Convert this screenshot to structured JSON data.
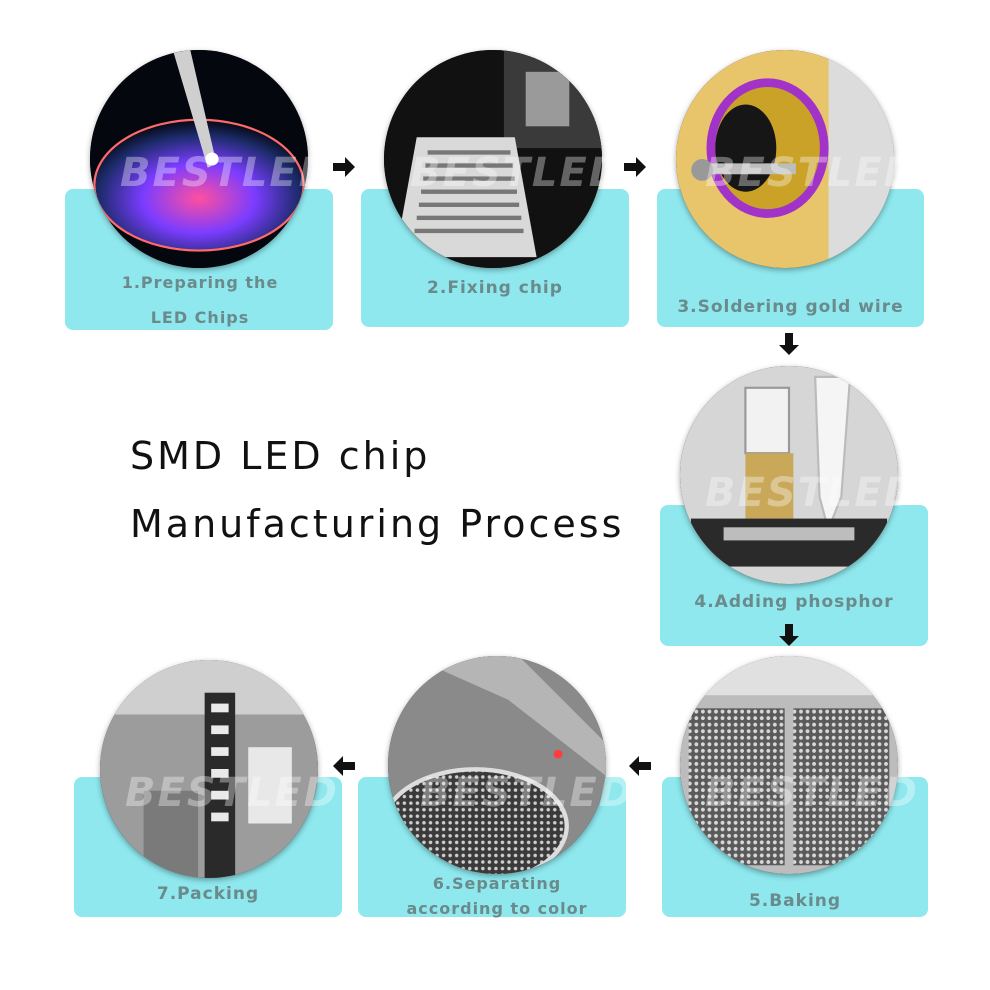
{
  "title": {
    "line1": "SMD LED chip",
    "line2": "Manufacturing Process"
  },
  "watermark": "BESTLED",
  "steps": [
    {
      "label": "1.Preparing the LED Chips",
      "photo": "led-wafer-photo"
    },
    {
      "label": "2.Fixing chip",
      "photo": "chip-fixing-machine-photo"
    },
    {
      "label": "3.Soldering gold wire",
      "photo": "gold-wire-spool-photo"
    },
    {
      "label": "4.Adding phosphor",
      "photo": "phosphor-dispenser-photo"
    },
    {
      "label": "5.Baking",
      "photo": "baking-tray-photo"
    },
    {
      "label": "6.Separating according to color",
      "photo": "sorting-machine-photo"
    },
    {
      "label": "7.Packing",
      "photo": "packing-reel-photo"
    }
  ],
  "colors": {
    "card": "#8ee8ee",
    "label": "#6a8a8c",
    "arrow": "#111111"
  },
  "icons": {
    "arrow_right": "arrow-right-icon",
    "arrow_down": "arrow-down-icon",
    "arrow_left": "arrow-left-icon"
  }
}
